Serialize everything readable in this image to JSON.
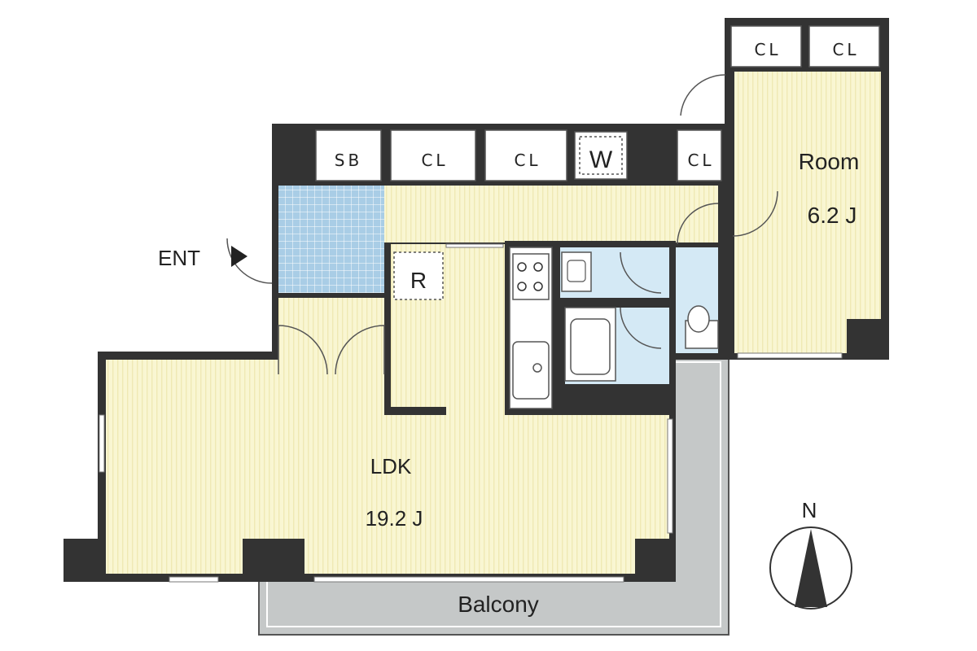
{
  "rooms": {
    "ldk": {
      "name": "LDK",
      "size": "19.2 J"
    },
    "room": {
      "name": "Room",
      "size": "6.2 J"
    },
    "balcony": {
      "name": "Balcony"
    }
  },
  "storage": {
    "shoe_box": "SB",
    "closet_1": "CL",
    "closet_2": "CL",
    "closet_3": "CL",
    "closet_top_1": "CL",
    "closet_top_2": "CL",
    "washer": "W",
    "fridge": "R"
  },
  "entrance": {
    "label": "ENT"
  },
  "compass": {
    "label": "N"
  },
  "colors": {
    "wall": "#333333",
    "floor": "#f9f6d2",
    "floor_stripe": "#efe9b4",
    "wet_area": "#d4e9f5",
    "balcony": "#c5c8c8",
    "tile": "#a9cde6"
  }
}
